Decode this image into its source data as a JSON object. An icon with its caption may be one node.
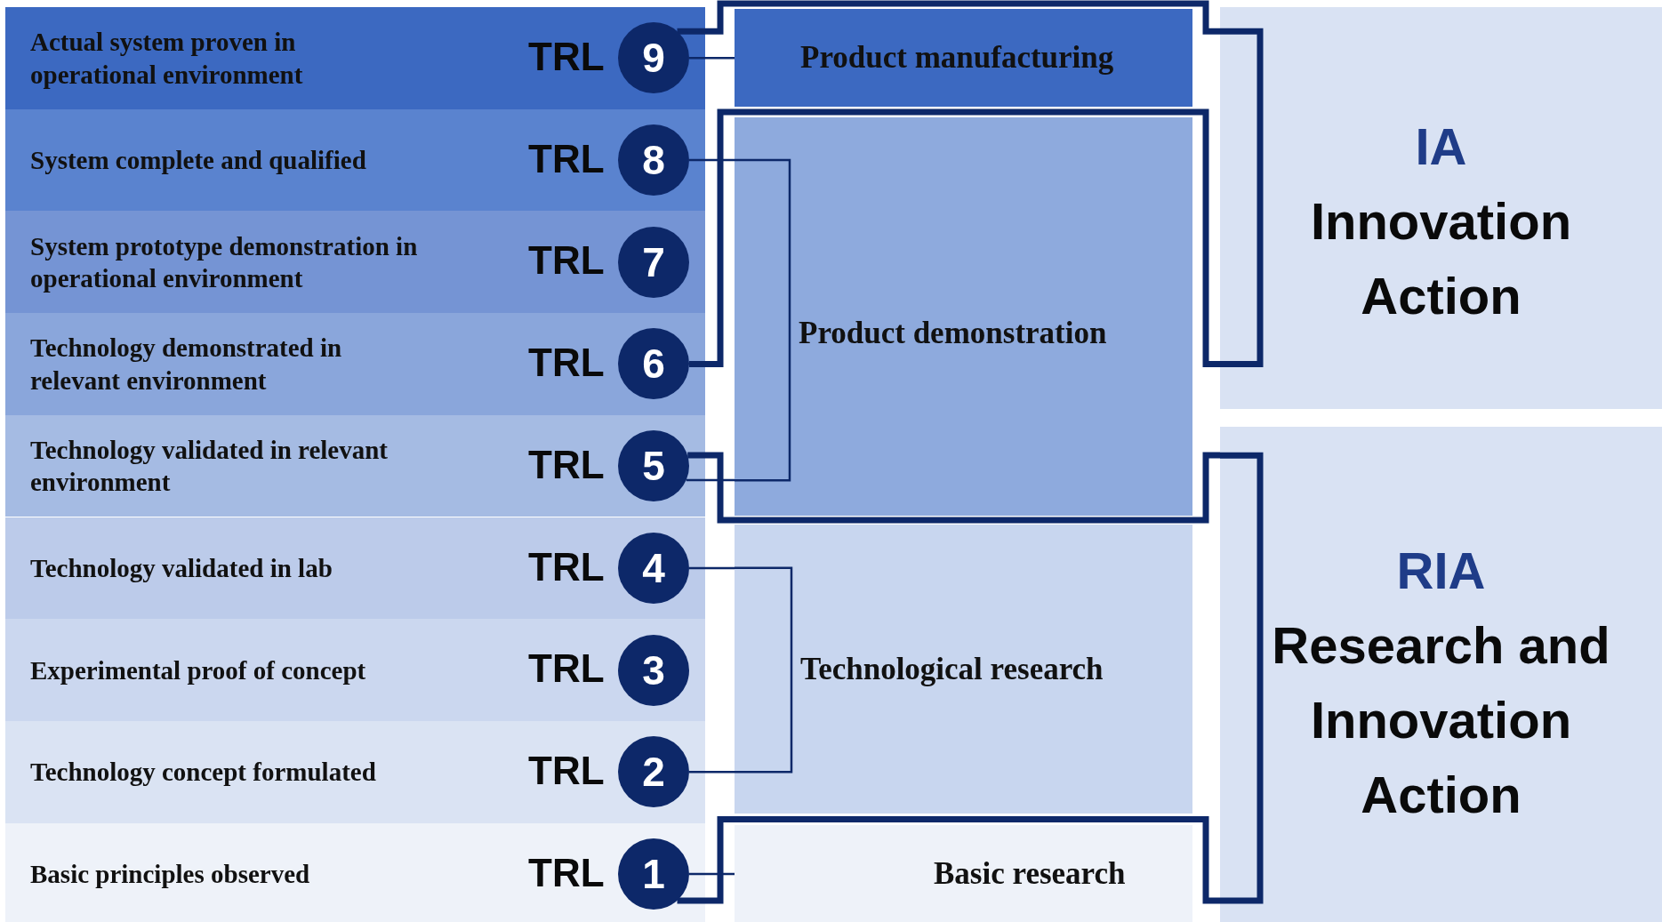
{
  "diagram": {
    "nodes": [
      {
        "text": [
          "Actual system proven in operational environment",
          "TRL"
        ]
      },
      {
        "text": [
          "9"
        ],
        "in": 0
      },
      {
        "text": [
          "System complete and qualified",
          "TRL"
        ]
      },
      {
        "text": [
          "8"
        ],
        "in": 2
      },
      {
        "text": [
          "System prototype demonstration in operational environment",
          "TRL"
        ]
      },
      {
        "text": [
          "7"
        ],
        "in": 4
      },
      {
        "text": [
          "Technology demonstrated in relevant environment",
          "TRL"
        ]
      },
      {
        "text": [
          "6"
        ],
        "in": 6
      },
      {
        "text": [
          "Technology validated in relevant environment",
          "TRL"
        ]
      },
      {
        "text": [
          "5"
        ],
        "in": 8
      },
      {
        "text": [
          "Technology validated in lab",
          "TRL"
        ]
      },
      {
        "text": [
          "4"
        ],
        "in": 10
      },
      {
        "text": [
          "Experimental proof of concept",
          "TRL"
        ]
      },
      {
        "text": [
          "3"
        ],
        "in": 12
      },
      {
        "text": [
          "Technology concept formulated",
          "TRL"
        ]
      },
      {
        "text": [
          "2"
        ],
        "in": 14
      },
      {
        "text": [
          "Basic principles observed",
          "TRL"
        ]
      },
      {
        "text": [
          "1"
        ],
        "in": 16
      },
      {
        "text": [
          "Product manufacturing"
        ]
      },
      {
        "text": [
          "Product demonstration"
        ]
      },
      {
        "text": [
          "Technological research"
        ]
      },
      {
        "text": [
          "Basic research"
        ]
      },
      {
        "text": [
          "IA",
          "Innovation Action"
        ]
      },
      {
        "text": [
          "RIA",
          "Research and Innovation Action"
        ]
      }
    ],
    "edges": [
      {
        "from": 1,
        "to": 18,
        "arrow": "none"
      },
      {
        "from": 3,
        "to": 19,
        "arrow": "none"
      },
      {
        "from": 9,
        "to": 19,
        "arrow": "none"
      },
      {
        "from": 11,
        "to": 20,
        "arrow": "none"
      },
      {
        "from": 15,
        "to": 20,
        "arrow": "none"
      },
      {
        "from": 17,
        "to": 21,
        "arrow": "none"
      },
      {
        "from": 1,
        "to": 22,
        "arrow": "none",
        "style": "thick"
      },
      {
        "from": 7,
        "to": 22,
        "arrow": "none",
        "style": "thick"
      },
      {
        "from": 9,
        "to": 23,
        "arrow": "none",
        "style": "thick"
      },
      {
        "from": 17,
        "to": 23,
        "arrow": "none",
        "style": "thick"
      }
    ]
  }
}
